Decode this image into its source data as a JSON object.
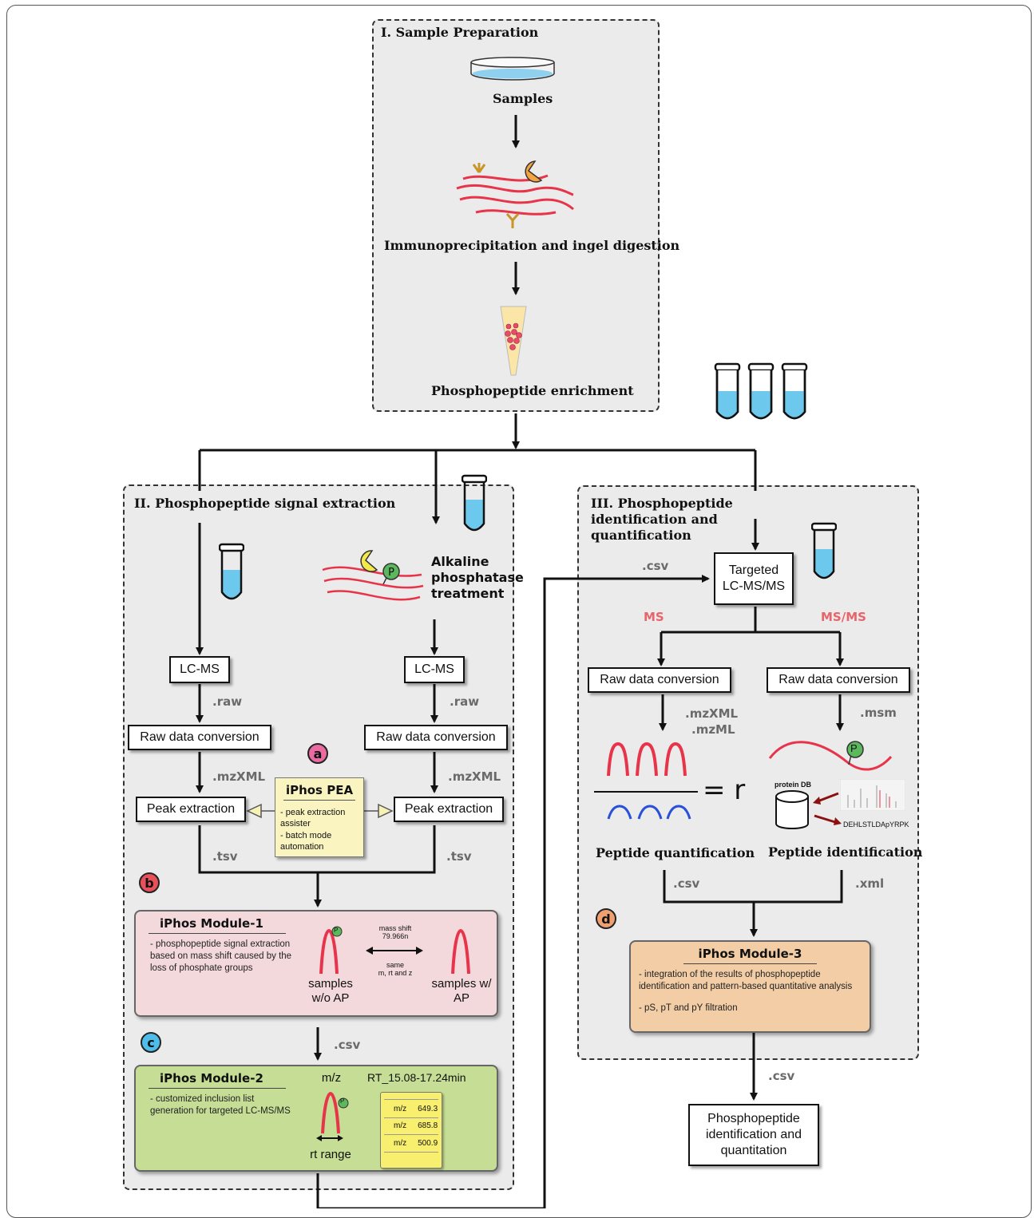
{
  "section1": {
    "title": "I. Sample Preparation",
    "samples": "Samples",
    "ip": "Immunoprecipitation and ingel digestion",
    "enrichment": "Phosphopeptide enrichment"
  },
  "section2": {
    "title": "II. Phosphopeptide signal extraction",
    "ap_treatment": "Alkaline phosphatase treatment",
    "lcms_left": "LC-MS",
    "lcms_right": "LC-MS",
    "raw_left": ".raw",
    "raw_right": ".raw",
    "conv_left": "Raw data conversion",
    "conv_right": "Raw data conversion",
    "mzxml_left": ".mzXML",
    "mzxml_right": ".mzXML",
    "peak_left": "Peak extraction",
    "peak_right": "Peak extraction",
    "tsv_left": ".tsv",
    "tsv_right": ".tsv",
    "pea": {
      "title": "iPhos PEA",
      "lines": [
        "- peak extraction assister",
        "- batch mode automation"
      ]
    },
    "badge_a": "a",
    "badge_b": "b",
    "badge_c": "c",
    "module1": {
      "title": "iPhos Module-1",
      "desc": "- phosphopeptide signal extraction based on mass shift caused by the loss of phosphate groups",
      "mass_shift": "mass shift",
      "mass_value": "79.966n",
      "same": "same",
      "same_detail": "m, rt and z",
      "left_label": "samples w/o AP",
      "right_label": "samples w/ AP",
      "p": "P"
    },
    "csv_between": ".csv",
    "module2": {
      "title": "iPhos Module-2",
      "desc": "- customized inclusion list generation for targeted LC-MS/MS",
      "mz": "m/z",
      "rt": "RT_15.08-17.24min",
      "rt_range": "rt range",
      "p": "P",
      "table": [
        {
          "label": "m/z",
          "value": "649.3"
        },
        {
          "label": "m/z",
          "value": "685.8"
        },
        {
          "label": "m/z",
          "value": "500.9"
        }
      ]
    }
  },
  "section3": {
    "title": "III. Phosphopeptide identification and quantification",
    "csv_in": ".csv",
    "targeted": "Targeted LC-MS/MS",
    "ms": "MS",
    "msms": "MS/MS",
    "conv_left": "Raw data conversion",
    "conv_right": "Raw data conversion",
    "mzxml": ".mzXML",
    "mzml": ".mzML",
    "msm": ".msm",
    "equals_r": "= r",
    "protein_db": "protein DB",
    "peptide_seq": "DEHLSTLDApYRPK",
    "p": "P",
    "quant": "Peptide quantification",
    "ident": "Peptide identification",
    "csv_left": ".csv",
    "xml_right": ".xml",
    "badge_d": "d",
    "module3": {
      "title": "iPhos Module-3",
      "desc1": "- integration of the results of phosphopeptide identification and pattern-based quantitative analysis",
      "desc2": "- pS, pT and pY filtration"
    },
    "csv_out": ".csv",
    "final": "Phosphopeptide identification and quantitation"
  },
  "colors": {
    "panel_bg": "#ebebeb",
    "module1_bg": "#f3d9dc",
    "module2_bg": "#c5dd94",
    "module3_bg": "#f2cda6",
    "pea_bg": "#faf4c0",
    "badge_a": "#e96b9f",
    "badge_b": "#e8505a",
    "badge_c": "#4fbde9",
    "badge_d": "#f0a070",
    "peptide_red": "#e8344a",
    "liquid_blue": "#6cc8ec",
    "phospho_green": "#5cb85c",
    "ms_label_red": "#e8646b"
  }
}
